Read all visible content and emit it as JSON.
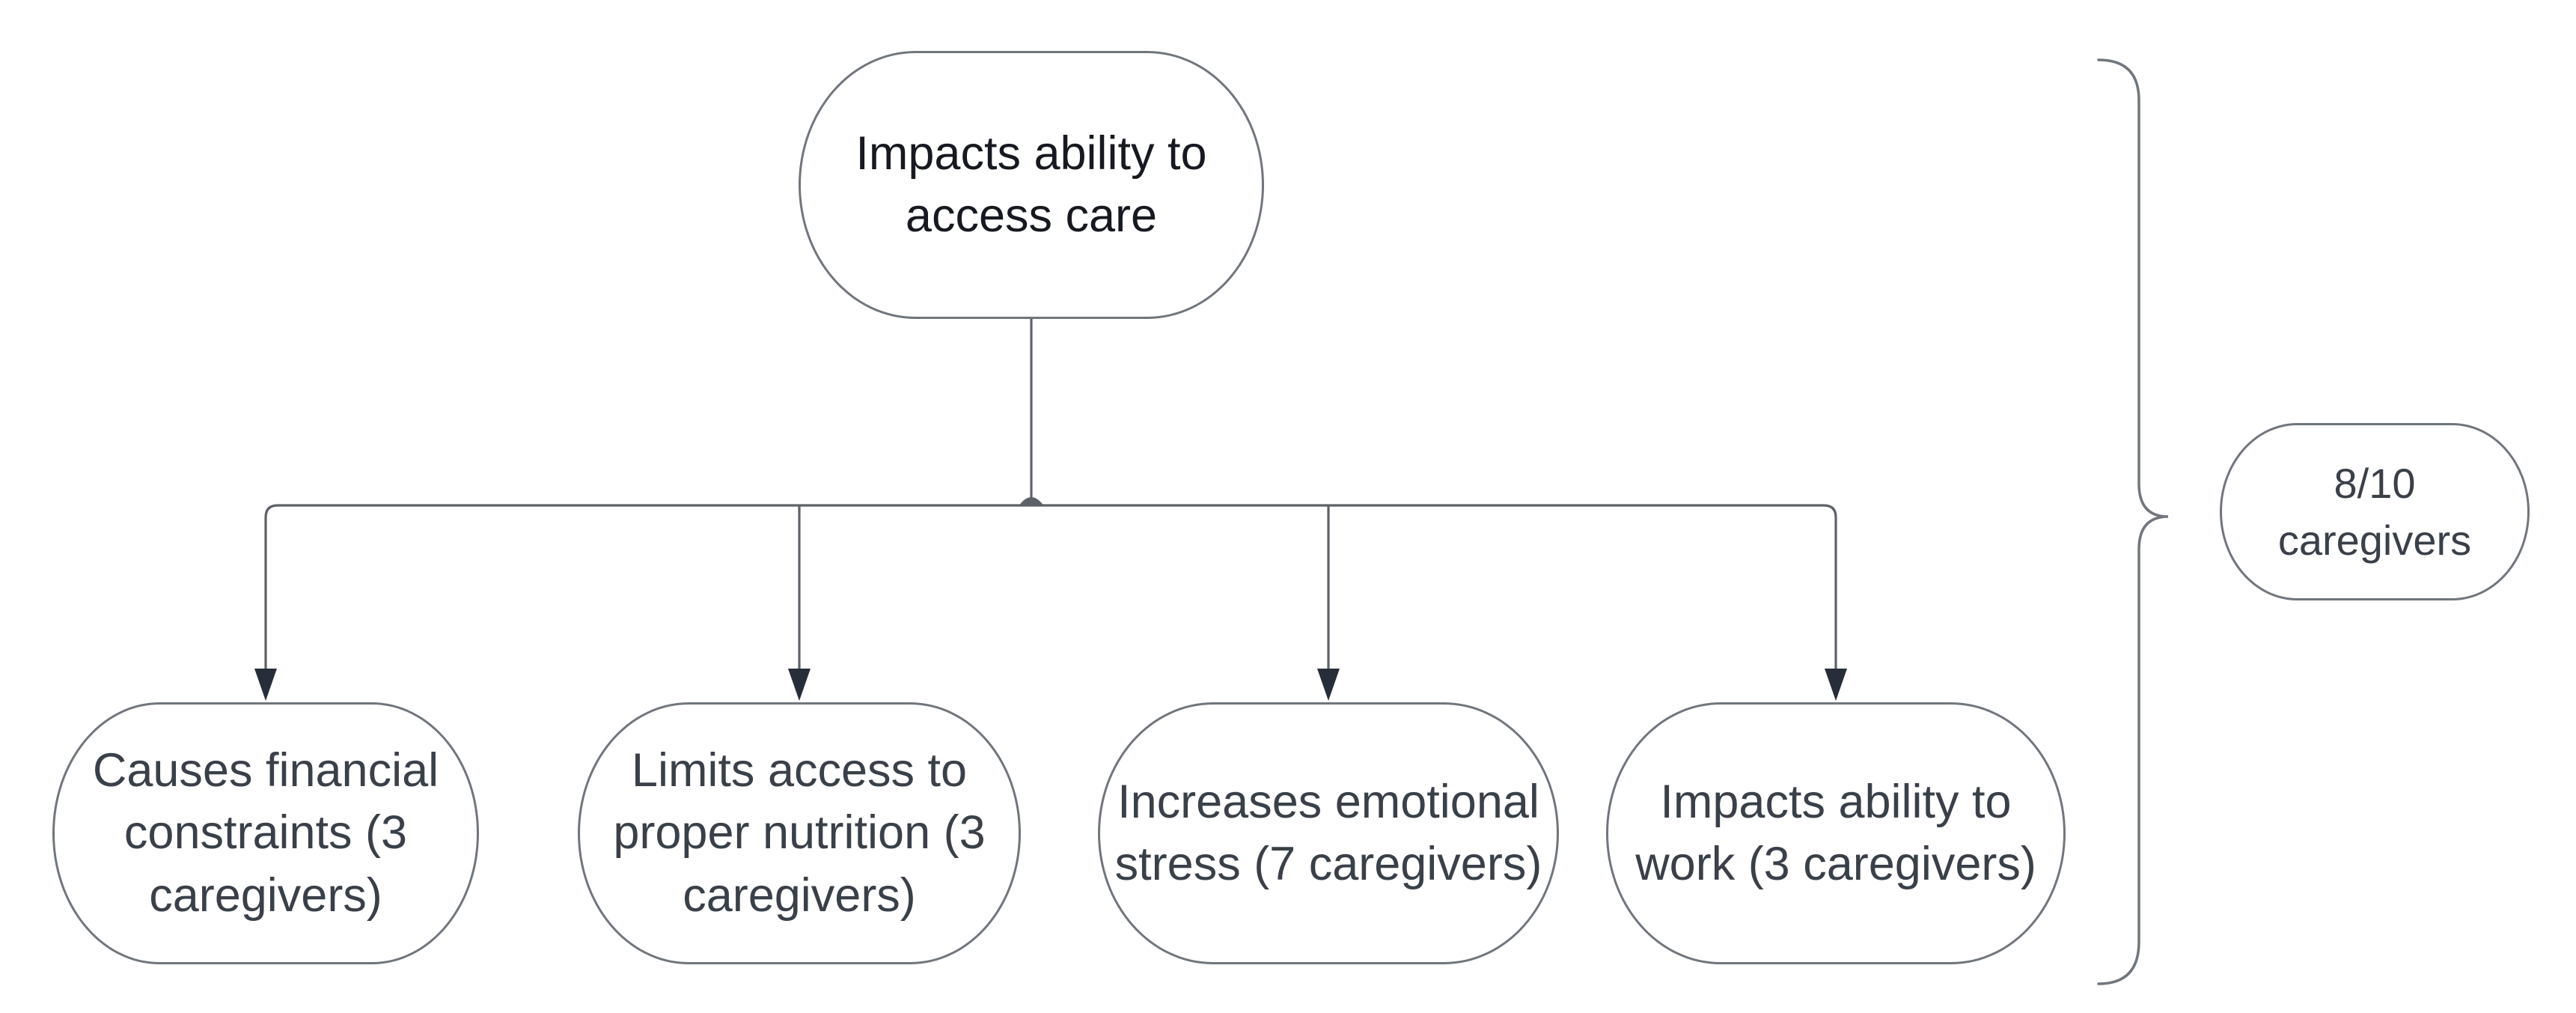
{
  "diagram": {
    "root": {
      "label": "Impacts ability to access care"
    },
    "children": [
      {
        "label": "Causes financial constraints (3 caregivers)"
      },
      {
        "label": "Limits access to proper nutrition (3 caregivers)"
      },
      {
        "label": "Increases emotional stress (7 caregivers)"
      },
      {
        "label": "Impacts ability to work (3 caregivers)"
      }
    ],
    "summary": {
      "label": "8/10 caregivers"
    },
    "colors": {
      "background": "#ffffff",
      "node_border": "#70767c",
      "connector_line": "#5d6268",
      "arrowhead": "#272d39",
      "root_text": "#16191f",
      "node_text": "#3a4048"
    }
  }
}
